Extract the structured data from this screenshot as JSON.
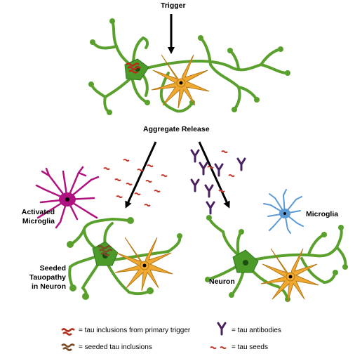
{
  "labels": {
    "trigger": "Trigger",
    "aggregate_release": "Aggregate Release",
    "activated_microglia_line1": "Activated",
    "activated_microglia_line2": "Microglia",
    "seeded_tauopathy_line1": "Seeded Tauopathy",
    "seeded_tauopathy_line2": "in Neuron",
    "microglia": "Microglia",
    "neuron": "Neuron"
  },
  "legend": {
    "inclusions_primary": "= tau inclusions from primary trigger",
    "seeded_inclusions": "= seeded tau inclusions",
    "antibodies": "= tau antibodies",
    "seeds": "= tau seeds"
  },
  "colors": {
    "neuron_green": "#5aa02c",
    "neuron_green_dark": "#2f7a1e",
    "astrocyte_orange": "#f0a830",
    "inclusion_red": "#b5311e",
    "seeded_brown": "#7a4e28",
    "antibody_purple": "#4a2060",
    "activated_microglia_magenta": "#b0127f",
    "microglia_blue": "#5b9ad5",
    "seed_red": "#c0392b"
  }
}
